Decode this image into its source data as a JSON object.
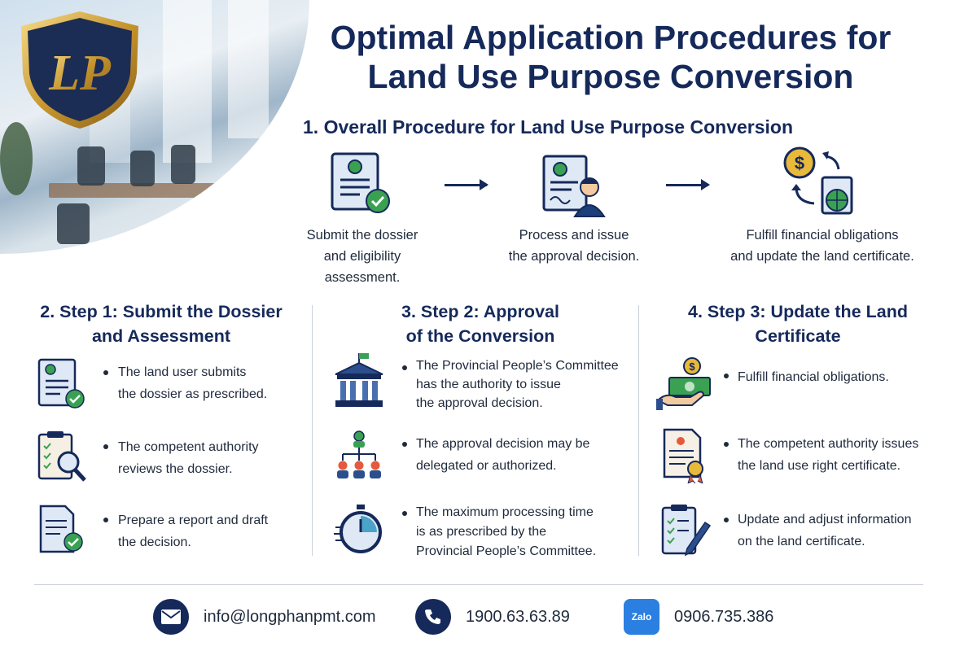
{
  "title_line1": "Optimal Application Procedures for",
  "title_line2": "Land Use Purpose Conversion",
  "overall": {
    "heading": "1. Overall Procedure for Land Use Purpose Conversion",
    "steps": [
      {
        "lines": [
          "Submit the dossier",
          "and eligibility",
          "assessment."
        ],
        "icon": "document-check-icon"
      },
      {
        "lines": [
          "Process and issue",
          "the approval decision."
        ],
        "icon": "official-document-icon"
      },
      {
        "lines": [
          "Fulfill financial obligations",
          "and update the land certificate."
        ],
        "icon": "finance-globe-icon"
      }
    ]
  },
  "columns": [
    {
      "heading_lines": [
        "2. Step 1: Submit the Dossier",
        "and Assessment"
      ],
      "items": [
        {
          "lines": [
            "The land user submits",
            "the dossier as prescribed."
          ],
          "icon": "dossier-check-icon"
        },
        {
          "lines": [
            "The competent authority",
            "reviews the dossier."
          ],
          "icon": "clipboard-search-icon"
        },
        {
          "lines": [
            "Prepare a report and draft",
            "the decision."
          ],
          "icon": "report-check-icon"
        }
      ]
    },
    {
      "heading_lines": [
        "3. Step 2: Approval",
        "of the Conversion"
      ],
      "items": [
        {
          "lines": [
            "The Provincial People’s Committee",
            "has the authority to issue",
            "the approval decision."
          ],
          "icon": "government-building-icon"
        },
        {
          "lines": [
            "The approval decision may be",
            "delegated or authorized."
          ],
          "icon": "hierarchy-icon"
        },
        {
          "lines": [
            "The maximum processing time",
            "is as prescribed by the",
            "Provincial People’s Committee."
          ],
          "icon": "stopwatch-icon"
        }
      ]
    },
    {
      "heading_lines": [
        "4. Step 3: Update the Land",
        "Certificate"
      ],
      "items": [
        {
          "lines": [
            "Fulfill financial obligations."
          ],
          "icon": "money-hand-icon"
        },
        {
          "lines": [
            "The competent authority issues",
            "the land use right certificate."
          ],
          "icon": "certificate-icon"
        },
        {
          "lines": [
            "Update and adjust information",
            "on the land certificate."
          ],
          "icon": "clipboard-pen-icon"
        }
      ]
    }
  ],
  "contacts": {
    "email": "info@longphanpmt.com",
    "phone": "1900.63.63.89",
    "zalo_label": "Zalo",
    "zalo_number": "0906.735.386"
  },
  "colors": {
    "navy": "#15295a",
    "green": "#3aa152",
    "light_blue": "#dfe9f6",
    "gold": "#d4a63b"
  }
}
